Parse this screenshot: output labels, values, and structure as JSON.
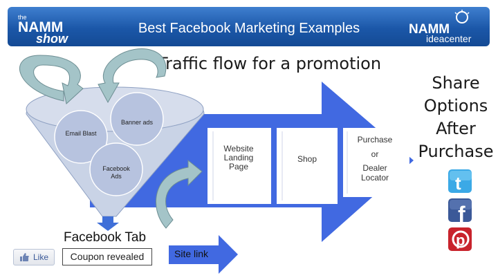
{
  "header": {
    "title": "Best Facebook Marketing Examples",
    "left_logo_top": "the",
    "left_logo_main": "NAMM",
    "left_logo_sub": "show",
    "right_logo_main": "NAMM",
    "right_logo_sub": "ideacenter"
  },
  "slide_title": "Traffic flow for a promotion",
  "funnel": {
    "inputs": [
      "Banner ads",
      "Email Blast",
      "Facebook Ads"
    ],
    "output_label": "Facebook Tab",
    "coupon_label": "Coupon revealed"
  },
  "flow": {
    "website": "Website Landing Page",
    "shop": "Shop",
    "purchase_line1": "Purchase",
    "purchase_line2": "or",
    "purchase_line3": "Dealer Locator",
    "site_link": "Site link"
  },
  "share": {
    "text": "Share Options After Purchase",
    "icons": [
      "twitter-icon",
      "facebook-icon",
      "pinterest-icon"
    ]
  },
  "like_button": {
    "label": "Like"
  },
  "colors": {
    "header_blue": "#1b57a8",
    "arrow_blue": "#4169e1",
    "funnel_fill": "#c9d3e6",
    "circle_fill": "#b7c3df",
    "curved_arrow": "#a4c4c8",
    "twitter": "#3ba9e6",
    "facebook": "#3b5998",
    "pinterest": "#c8232c"
  }
}
